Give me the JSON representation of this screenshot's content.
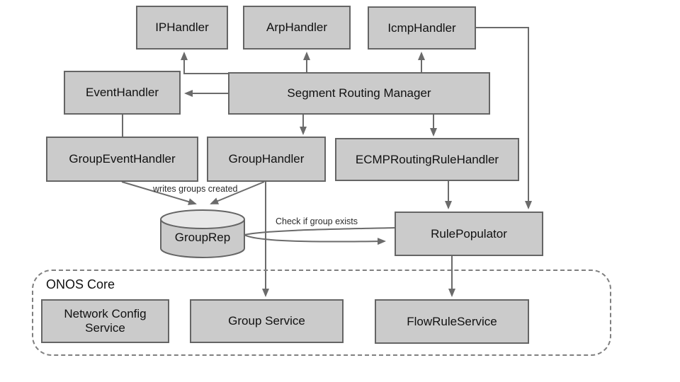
{
  "diagram": {
    "labels": {
      "ip_handler": "IPHandler",
      "arp_handler": "ArpHandler",
      "icmp_handler": "IcmpHandler",
      "event_handler": "EventHandler",
      "segment_routing_manager": "Segment Routing Manager",
      "group_event_handler": "GroupEventHandler",
      "group_handler": "GroupHandler",
      "ecmp_routing_rule_handler": "ECMPRoutingRuleHandler",
      "group_rep": "GroupRep",
      "rule_populator": "RulePopulator",
      "onos_core": "ONOS Core",
      "network_config_service": "Network Config Service",
      "group_service": "Group Service",
      "flow_rule_service": "FlowRuleService"
    },
    "edge_labels": {
      "writes_groups_created": "writes groups created",
      "check_if_group_exists": "Check if group exists"
    },
    "edges": [
      {
        "from": "segment_routing_manager",
        "to": "ip_handler",
        "arrow": true
      },
      {
        "from": "segment_routing_manager",
        "to": "arp_handler",
        "arrow": true
      },
      {
        "from": "segment_routing_manager",
        "to": "icmp_handler",
        "arrow": true
      },
      {
        "from": "segment_routing_manager",
        "to": "event_handler",
        "arrow": true
      },
      {
        "from": "segment_routing_manager",
        "to": "group_handler",
        "arrow": true
      },
      {
        "from": "segment_routing_manager",
        "to": "ecmp_routing_rule_handler",
        "arrow": true
      },
      {
        "from": "event_handler",
        "to": "group_event_handler",
        "arrow": false
      },
      {
        "from": "group_event_handler",
        "to": "group_rep",
        "arrow": true,
        "label": "writes groups created"
      },
      {
        "from": "group_handler",
        "to": "group_rep",
        "arrow": true,
        "label": "writes groups created"
      },
      {
        "from": "group_handler",
        "to": "group_service",
        "arrow": true
      },
      {
        "from": "ecmp_routing_rule_handler",
        "to": "rule_populator",
        "arrow": true
      },
      {
        "from": "icmp_handler",
        "to": "rule_populator",
        "arrow": true
      },
      {
        "from": "group_rep",
        "to": "rule_populator",
        "arrow": true,
        "label": "Check if group exists"
      },
      {
        "from": "rule_populator",
        "to": "flow_rule_service",
        "arrow": true
      }
    ],
    "colors": {
      "node_fill": "#cbcbcb",
      "node_border": "#656565",
      "cylinder_top_fill": "#e8e8e8",
      "connector": "#6b6b6b",
      "container_border": "#7f7f7f",
      "text": "#111111"
    }
  }
}
